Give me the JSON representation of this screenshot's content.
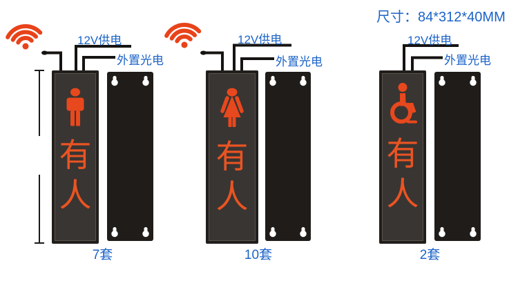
{
  "page": {
    "size_label": "尺寸：84*312*40MM"
  },
  "colors": {
    "accent_blue": "#1B63C8",
    "signal_orange": "#E8481D",
    "status_orange": "#EA5422",
    "panel_frame": "#211E1C",
    "panel_face": "#393532",
    "plate_black": "#1F1C19",
    "wire_black": "#161412"
  },
  "icons": {
    "wifi": "wifi-icon",
    "antenna": "antenna-wire",
    "male": "male-icon",
    "female": "female-icon",
    "accessible": "accessible-icon",
    "mount_hole": "keyhole-icon"
  },
  "units": [
    {
      "name": "male-occupied-sign",
      "pictogram": "male-icon",
      "has_wifi": true,
      "power_label": "12V供电",
      "sensor_label": "外置光电",
      "occupied_text": "有\n人",
      "quantity": "7套"
    },
    {
      "name": "female-occupied-sign",
      "pictogram": "female-icon",
      "has_wifi": true,
      "power_label": "12V供电",
      "sensor_label": "外置光电",
      "occupied_text": "有\n人",
      "quantity": "10套"
    },
    {
      "name": "accessible-occupied-sign",
      "pictogram": "accessible-icon",
      "has_wifi": false,
      "power_label": "12V供电",
      "sensor_label": "外置光电",
      "occupied_text": "有\n人",
      "quantity": "2套"
    }
  ]
}
